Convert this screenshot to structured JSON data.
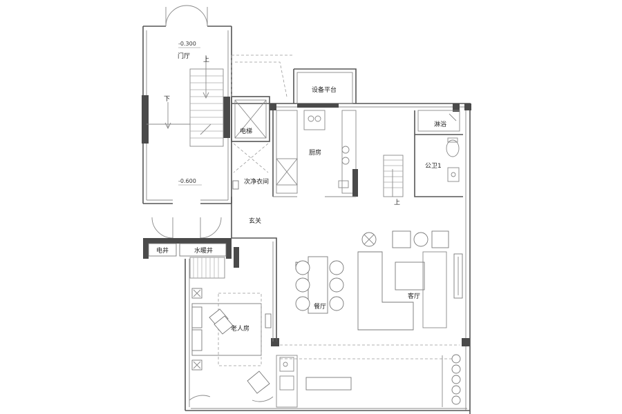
{
  "labels": {
    "foyer": "门厅",
    "up_top": "上",
    "down": "下",
    "level_top": "-0.300",
    "level_bottom": "-0.600",
    "elevator": "电梯",
    "equipment_platform": "设备平台",
    "kitchen": "厨房",
    "shower": "淋浴",
    "public_bath": "公卫1",
    "laundry": "次净衣间",
    "entrance": "玄关",
    "up_stair": "上",
    "electric_shaft": "电井",
    "water_shaft": "水暖井",
    "elderly_room": "老人房",
    "dining": "餐厅",
    "living": "客厅"
  }
}
